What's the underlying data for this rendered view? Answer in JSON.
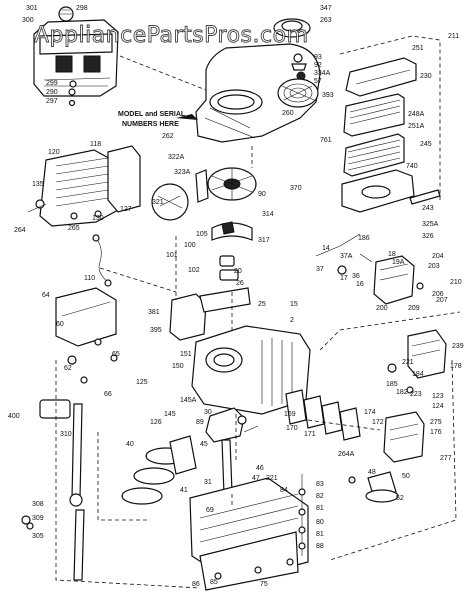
{
  "watermark": "AppliancePartsPros.com",
  "callout": {
    "line1": "MODEL and SERIAL",
    "line2": "NUMBERS HERE"
  },
  "labels": [
    {
      "id": "301",
      "text": "301"
    },
    {
      "id": "298",
      "text": "298"
    },
    {
      "id": "300",
      "text": "300"
    },
    {
      "id": "299",
      "text": "299"
    },
    {
      "id": "290",
      "text": "290"
    },
    {
      "id": "297",
      "text": "297"
    },
    {
      "id": "347",
      "text": "347"
    },
    {
      "id": "263",
      "text": "263"
    },
    {
      "id": "251",
      "text": "251"
    },
    {
      "id": "211",
      "text": "211"
    },
    {
      "id": "230",
      "text": "230"
    },
    {
      "id": "93",
      "text": "93"
    },
    {
      "id": "92",
      "text": "92"
    },
    {
      "id": "334a",
      "text": "334A"
    },
    {
      "id": "57",
      "text": "57"
    },
    {
      "id": "393",
      "text": "393"
    },
    {
      "id": "248a",
      "text": "248A"
    },
    {
      "id": "251a",
      "text": "251A"
    },
    {
      "id": "245",
      "text": "245"
    },
    {
      "id": "260",
      "text": "260"
    },
    {
      "id": "262",
      "text": "262"
    },
    {
      "id": "322a",
      "text": "322A"
    },
    {
      "id": "761",
      "text": "761"
    },
    {
      "id": "118",
      "text": "118"
    },
    {
      "id": "120",
      "text": "120"
    },
    {
      "id": "323a",
      "text": "323A"
    },
    {
      "id": "370",
      "text": "370"
    },
    {
      "id": "740",
      "text": "740"
    },
    {
      "id": "135",
      "text": "135"
    },
    {
      "id": "321",
      "text": "321"
    },
    {
      "id": "90",
      "text": "90"
    },
    {
      "id": "243",
      "text": "243"
    },
    {
      "id": "127",
      "text": "127"
    },
    {
      "id": "130",
      "text": "130"
    },
    {
      "id": "265",
      "text": "265"
    },
    {
      "id": "264",
      "text": "264"
    },
    {
      "id": "314",
      "text": "314"
    },
    {
      "id": "325a",
      "text": "325A"
    },
    {
      "id": "105",
      "text": "105"
    },
    {
      "id": "317",
      "text": "317"
    },
    {
      "id": "326",
      "text": "326"
    },
    {
      "id": "100",
      "text": "100"
    },
    {
      "id": "101",
      "text": "101"
    },
    {
      "id": "14",
      "text": "14"
    },
    {
      "id": "186",
      "text": "186"
    },
    {
      "id": "37a",
      "text": "37A"
    },
    {
      "id": "18",
      "text": "18"
    },
    {
      "id": "19a",
      "text": "19A"
    },
    {
      "id": "204",
      "text": "204"
    },
    {
      "id": "203",
      "text": "203"
    },
    {
      "id": "110",
      "text": "110"
    },
    {
      "id": "102",
      "text": "102"
    },
    {
      "id": "20",
      "text": "20"
    },
    {
      "id": "26",
      "text": "26"
    },
    {
      "id": "37",
      "text": "37"
    },
    {
      "id": "17",
      "text": "17"
    },
    {
      "id": "36",
      "text": "36"
    },
    {
      "id": "16",
      "text": "16"
    },
    {
      "id": "210",
      "text": "210"
    },
    {
      "id": "207",
      "text": "207"
    },
    {
      "id": "64",
      "text": "64"
    },
    {
      "id": "15",
      "text": "15"
    },
    {
      "id": "25",
      "text": "25"
    },
    {
      "id": "209",
      "text": "209"
    },
    {
      "id": "200",
      "text": "200"
    },
    {
      "id": "206",
      "text": "206"
    },
    {
      "id": "381",
      "text": "381"
    },
    {
      "id": "60",
      "text": "60"
    },
    {
      "id": "395",
      "text": "395"
    },
    {
      "id": "2",
      "text": "2"
    },
    {
      "id": "239",
      "text": "239"
    },
    {
      "id": "65",
      "text": "65"
    },
    {
      "id": "151",
      "text": "151"
    },
    {
      "id": "221",
      "text": "221"
    },
    {
      "id": "62",
      "text": "62"
    },
    {
      "id": "150",
      "text": "150"
    },
    {
      "id": "185",
      "text": "185"
    },
    {
      "id": "184",
      "text": "184"
    },
    {
      "id": "178",
      "text": "178"
    },
    {
      "id": "66",
      "text": "66"
    },
    {
      "id": "125",
      "text": "125"
    },
    {
      "id": "145a",
      "text": "145A"
    },
    {
      "id": "145",
      "text": "145"
    },
    {
      "id": "182",
      "text": "182"
    },
    {
      "id": "223",
      "text": "223"
    },
    {
      "id": "123",
      "text": "123"
    },
    {
      "id": "124",
      "text": "124"
    },
    {
      "id": "400",
      "text": "400"
    },
    {
      "id": "126",
      "text": "126"
    },
    {
      "id": "30",
      "text": "30"
    },
    {
      "id": "169",
      "text": "169"
    },
    {
      "id": "170",
      "text": "170"
    },
    {
      "id": "174",
      "text": "174"
    },
    {
      "id": "89",
      "text": "89"
    },
    {
      "id": "172",
      "text": "172"
    },
    {
      "id": "171",
      "text": "171"
    },
    {
      "id": "275",
      "text": "275"
    },
    {
      "id": "176",
      "text": "176"
    },
    {
      "id": "310",
      "text": "310"
    },
    {
      "id": "40",
      "text": "40"
    },
    {
      "id": "45",
      "text": "45"
    },
    {
      "id": "264a",
      "text": "264A"
    },
    {
      "id": "277",
      "text": "277"
    },
    {
      "id": "46",
      "text": "46"
    },
    {
      "id": "47",
      "text": "47"
    },
    {
      "id": "50",
      "text": "50"
    },
    {
      "id": "48",
      "text": "48"
    },
    {
      "id": "221b",
      "text": "221"
    },
    {
      "id": "84",
      "text": "84"
    },
    {
      "id": "83",
      "text": "83"
    },
    {
      "id": "52",
      "text": "52"
    },
    {
      "id": "31",
      "text": "31"
    },
    {
      "id": "82",
      "text": "82"
    },
    {
      "id": "81",
      "text": "81"
    },
    {
      "id": "41",
      "text": "41"
    },
    {
      "id": "308",
      "text": "308"
    },
    {
      "id": "69",
      "text": "69"
    },
    {
      "id": "80",
      "text": "80"
    },
    {
      "id": "309",
      "text": "309"
    },
    {
      "id": "81b",
      "text": "81"
    },
    {
      "id": "305",
      "text": "305"
    },
    {
      "id": "88",
      "text": "88"
    },
    {
      "id": "85",
      "text": "85"
    },
    {
      "id": "86",
      "text": "86"
    },
    {
      "id": "75",
      "text": "75"
    }
  ]
}
